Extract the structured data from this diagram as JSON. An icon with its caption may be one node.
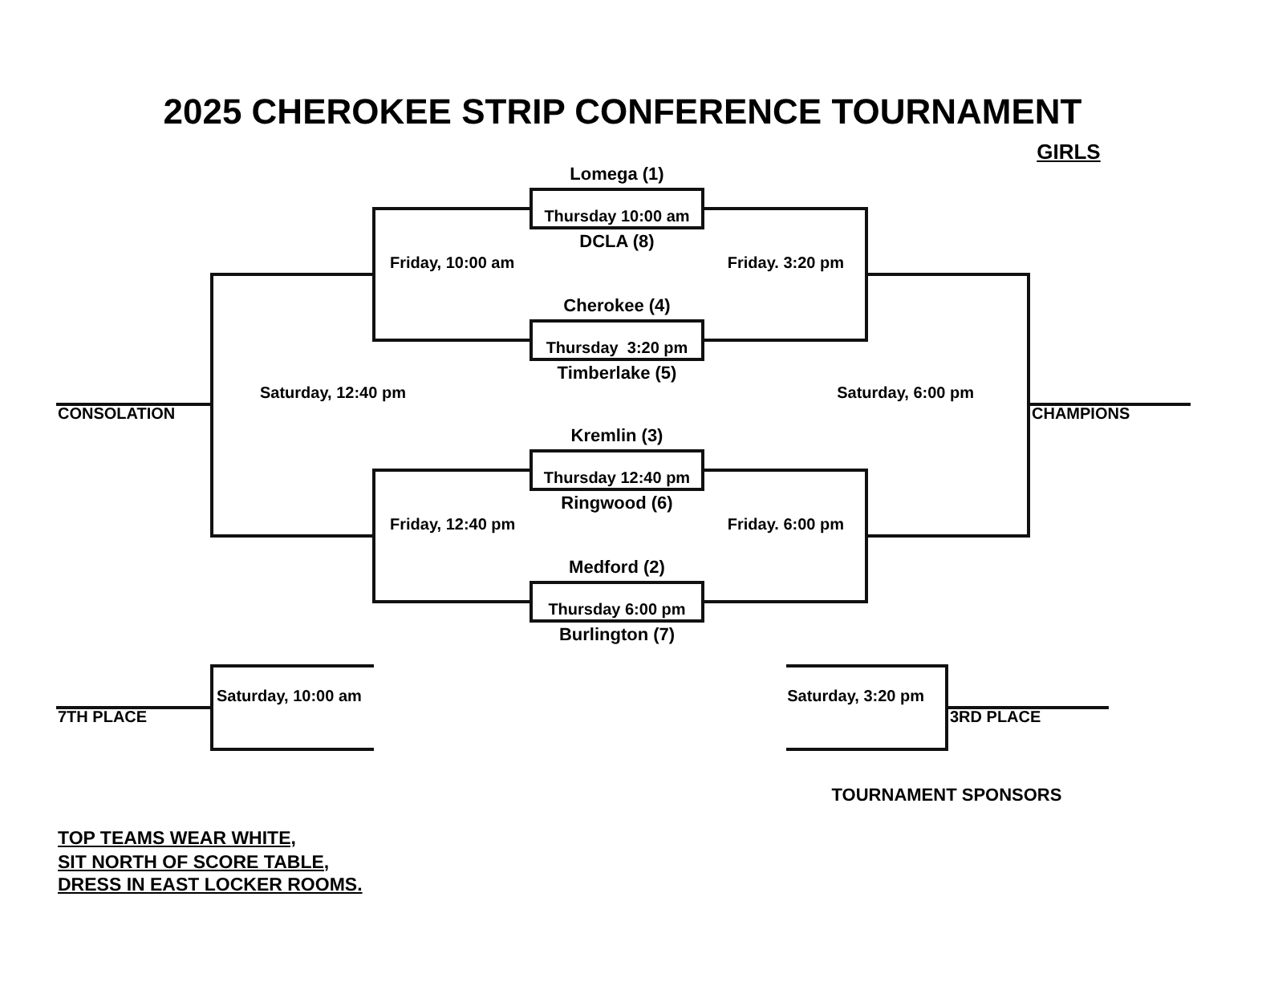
{
  "diagram": {
    "title": "2025 CHEROKEE STRIP CONFERENCE TOURNAMENT",
    "nodes": [
      {
        "text": [
          "Thursday 10:00 am"
        ],
        "beside": [
          "Lomega (1)",
          "DCLA (8)"
        ]
      },
      {
        "text": [
          "Thursday  3:20 pm"
        ],
        "beside": [
          "Cherokee (4)",
          "Timberlake (5)"
        ]
      },
      {
        "text": [
          "Thursday 12:40 pm"
        ],
        "beside": [
          "Kremlin (3)",
          "Ringwood (6)"
        ]
      },
      {
        "text": [
          "Thursday 6:00 pm"
        ],
        "beside": [
          "Medford (2)",
          "Burlington (7)"
        ]
      },
      {
        "text": [],
        "shape": "bar",
        "beside": [
          "Friday, 10:00 am"
        ]
      },
      {
        "text": [],
        "shape": "bar",
        "beside": [
          "Friday. 3:20 pm"
        ]
      },
      {
        "text": [],
        "shape": "bar",
        "beside": [
          "Friday, 12:40 pm"
        ]
      },
      {
        "text": [],
        "shape": "bar",
        "beside": [
          "Friday. 6:00 pm"
        ]
      },
      {
        "text": [],
        "shape": "bar",
        "beside": [
          "Saturday, 12:40 pm"
        ]
      },
      {
        "text": [],
        "shape": "bar",
        "beside": [
          "Saturday, 6:00 pm"
        ]
      },
      {
        "text": [],
        "shape": "bar",
        "beside": [
          "Saturday, 10:00 am"
        ]
      },
      {
        "text": [],
        "shape": "bar",
        "beside": [
          "Saturday, 3:20 pm"
        ]
      }
    ],
    "edges": [
      {
        "from": 0,
        "to": 4,
        "arrow": "none"
      },
      {
        "from": 1,
        "to": 4,
        "arrow": "none"
      },
      {
        "from": 0,
        "to": 5,
        "arrow": "none"
      },
      {
        "from": 1,
        "to": 5,
        "arrow": "none"
      },
      {
        "from": 2,
        "to": 6,
        "arrow": "none"
      },
      {
        "from": 3,
        "to": 6,
        "arrow": "none"
      },
      {
        "from": 2,
        "to": 7,
        "arrow": "none"
      },
      {
        "from": 3,
        "to": 7,
        "arrow": "none"
      },
      {
        "from": 4,
        "to": 8,
        "arrow": "none"
      },
      {
        "from": 6,
        "to": 8,
        "arrow": "none"
      },
      {
        "from": 5,
        "to": 9,
        "arrow": "none"
      },
      {
        "from": 7,
        "to": 9,
        "arrow": "none"
      },
      {
        "from": 8,
        "to": null,
        "arrow": "none",
        "label": "CONSOLATION"
      },
      {
        "from": 9,
        "to": null,
        "arrow": "none",
        "label": "CHAMPIONS"
      },
      {
        "from": null,
        "to": 10,
        "arrow": "none"
      },
      {
        "from": null,
        "to": 10,
        "arrow": "none"
      },
      {
        "from": 10,
        "to": null,
        "arrow": "none",
        "label": "7TH PLACE"
      },
      {
        "from": null,
        "to": 11,
        "arrow": "none"
      },
      {
        "from": null,
        "to": 11,
        "arrow": "none"
      },
      {
        "from": 11,
        "to": null,
        "arrow": "none",
        "label": "3RD PLACE"
      }
    ],
    "labels": [
      "GIRLS",
      "TOURNAMENT SPONSORS",
      "TOP TEAMS WEAR WHITE,",
      "SIT NORTH OF SCORE TABLE,",
      "DRESS IN EAST LOCKER ROOMS."
    ]
  }
}
